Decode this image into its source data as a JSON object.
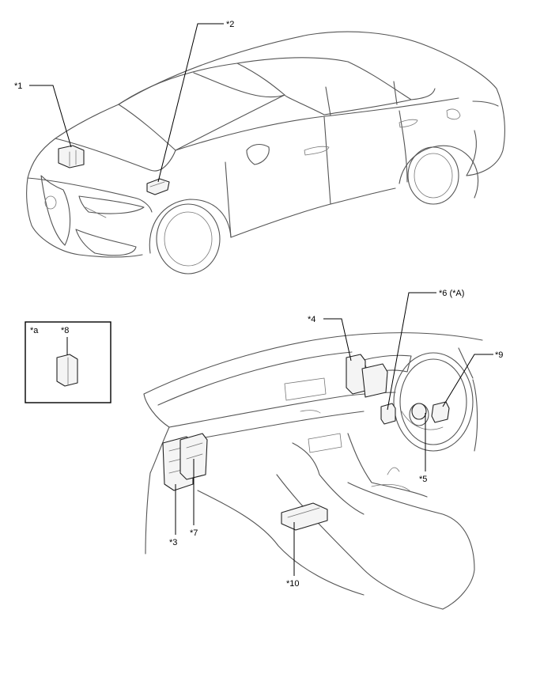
{
  "callouts": {
    "c1": "*1",
    "c2": "*2",
    "c3": "*3",
    "c4": "*4",
    "c5": "*5",
    "c6": "*6 (*A)",
    "c7": "*7",
    "c8": "*8",
    "c9": "*9",
    "c10": "*10",
    "ca": "*a"
  }
}
